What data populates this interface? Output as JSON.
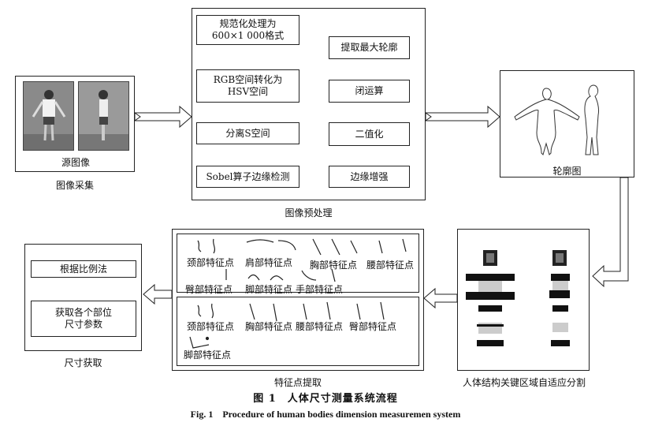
{
  "acquisition": {
    "source_label": "源图像",
    "caption": "图像采集"
  },
  "preprocessing": {
    "caption": "图像预处理",
    "steps": [
      "规范化处理为\n600×1 000格式",
      "RGB空间转化为\nHSV空间",
      "分离S空间",
      "Sobel算子边缘检测",
      "边缘增强",
      "二值化",
      "闭运算",
      "提取最大轮廓"
    ]
  },
  "contour": {
    "caption": "轮廓图"
  },
  "segmentation": {
    "caption": "人体结构关键区域自适应分割"
  },
  "features": {
    "caption": "特征点提取",
    "front": [
      "颈部特征点",
      "肩部特征点",
      "胸部特征点",
      "腰部特征点",
      "臀部特征点",
      "脚部特征点",
      "手部特征点"
    ],
    "side": [
      "颈部特征点",
      "胸部特征点",
      "腰部特征点",
      "臀部特征点",
      "脚部特征点"
    ]
  },
  "dimension": {
    "caption": "尺寸获取",
    "steps": [
      "根据比例法",
      "获取各个部位\n尺寸参数"
    ]
  },
  "figure": {
    "title_cn": "图 1　人体尺寸测量系统流程",
    "title_en": "Fig. 1　Procedure of human bodies dimension measuremen system"
  }
}
